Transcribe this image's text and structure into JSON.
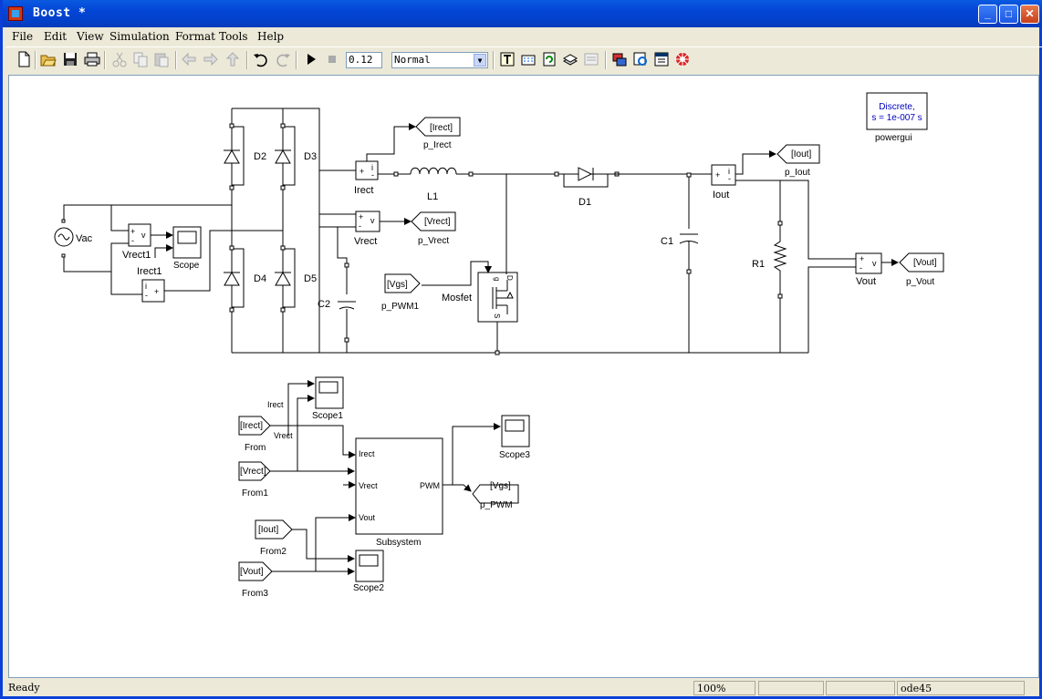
{
  "window": {
    "title": "Boost *"
  },
  "menu": [
    "File",
    "Edit",
    "View",
    "Simulation",
    "Format",
    "Tools",
    "Help"
  ],
  "toolbar": {
    "stop_time": "0.12",
    "sim_mode": "Normal"
  },
  "status": {
    "left": "Ready",
    "zoom": "100%",
    "solver": "ode45"
  },
  "icons": [
    "new-icon",
    "open-icon",
    "save-icon",
    "print-icon",
    "cut-icon",
    "copy-icon",
    "paste-icon",
    "back-icon",
    "forward-icon",
    "up-icon",
    "undo-icon",
    "redo-icon",
    "play-icon",
    "stop-icon",
    "build-icon",
    "library-icon",
    "update-icon",
    "model-explorer-icon",
    "debug-icon",
    "profiler-icon",
    "explorer-icon",
    "browser-icon",
    "settings-icon"
  ],
  "diagram": {
    "vac": "Vac",
    "vrect1": "Vrect1",
    "irect1": "Irect1",
    "scope": "Scope",
    "d2": "D2",
    "d3": "D3",
    "d4": "D4",
    "d5": "D5",
    "c2": "C2",
    "irect": "Irect",
    "vrect": "Vrect",
    "p_irect": "p_Irect",
    "tag_irect": "[Irect]",
    "p_vrect": "p_Vrect",
    "tag_vrect": "[Vrect]",
    "l1": "L1",
    "d1": "D1",
    "mosfet": "Mosfet",
    "p_pwm1": "p_PWM1",
    "tag_vgs": "[Vgs]",
    "c1": "C1",
    "iout": "Iout",
    "p_iout": "p_Iout",
    "tag_iout": "[Iout]",
    "r1": "R1",
    "vout": "Vout",
    "p_vout": "p_Vout",
    "tag_vout": "[Vout]",
    "powergui_line1": "Discrete,",
    "powergui_line2": "s = 1e-007 s",
    "powergui": "powergui",
    "from": "From",
    "from1": "From1",
    "from2": "From2",
    "from3": "From3",
    "scope1": "Scope1",
    "scope2": "Scope2",
    "scope3": "Scope3",
    "subsystem": "Subsystem",
    "sub_in1": "Irect",
    "sub_in2": "Vrect",
    "sub_in3": "Vout",
    "sub_out": "PWM",
    "p_pwm": "p_PWM",
    "sig_irect": "Irect",
    "sig_vrect": "Vrect",
    "port_plus": "+",
    "port_minus": "-",
    "port_v": "v",
    "port_i": "i",
    "pin_g": "g",
    "pin_d": "D",
    "pin_s": "S"
  }
}
